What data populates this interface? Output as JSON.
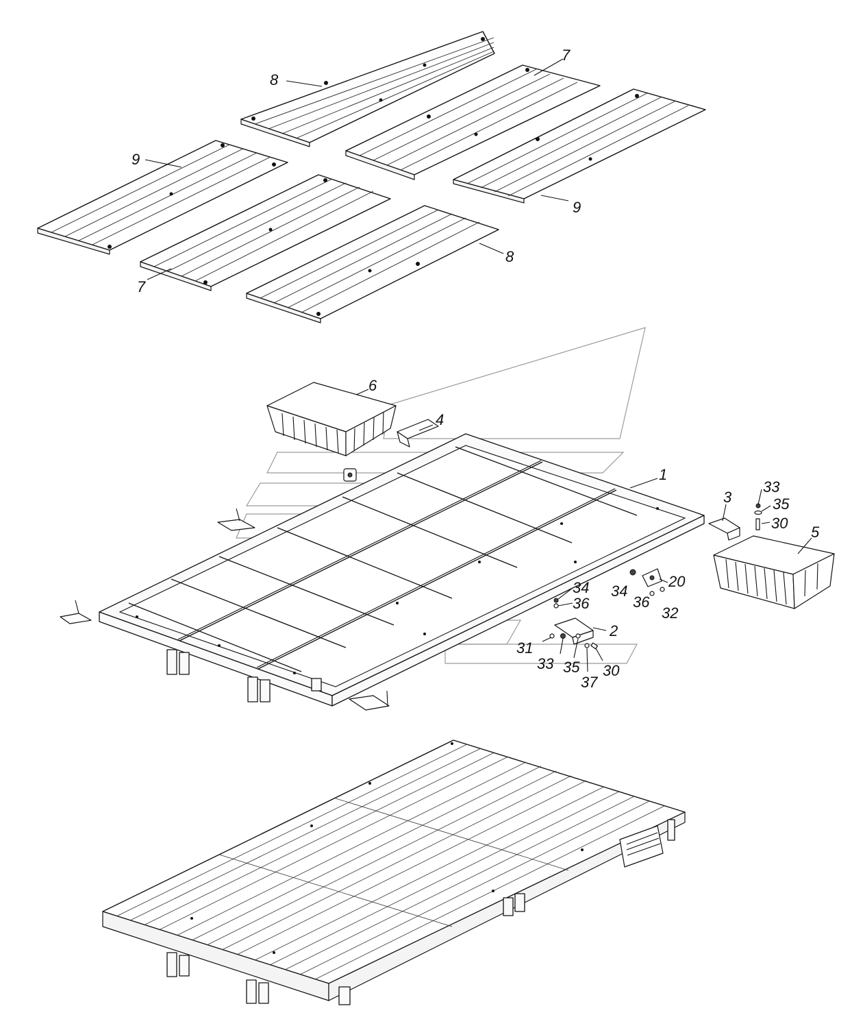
{
  "callouts": {
    "c1": "1",
    "c2": "2",
    "c3": "3",
    "c4": "4",
    "c5": "5",
    "c6": "6",
    "c7a": "7",
    "c7b": "7",
    "c8a": "8",
    "c8b": "8",
    "c9a": "9",
    "c9b": "9",
    "c20": "20",
    "c30a": "30",
    "c30b": "30",
    "c31": "31",
    "c32": "32",
    "c33a": "33",
    "c33b": "33",
    "c34a": "34",
    "c34b": "34",
    "c35a": "35",
    "c35b": "35",
    "c36a": "36",
    "c36b": "36",
    "c37": "37"
  },
  "colors": {
    "line": "#111111",
    "watermark": "#9a9a9a",
    "background": "#ffffff"
  }
}
